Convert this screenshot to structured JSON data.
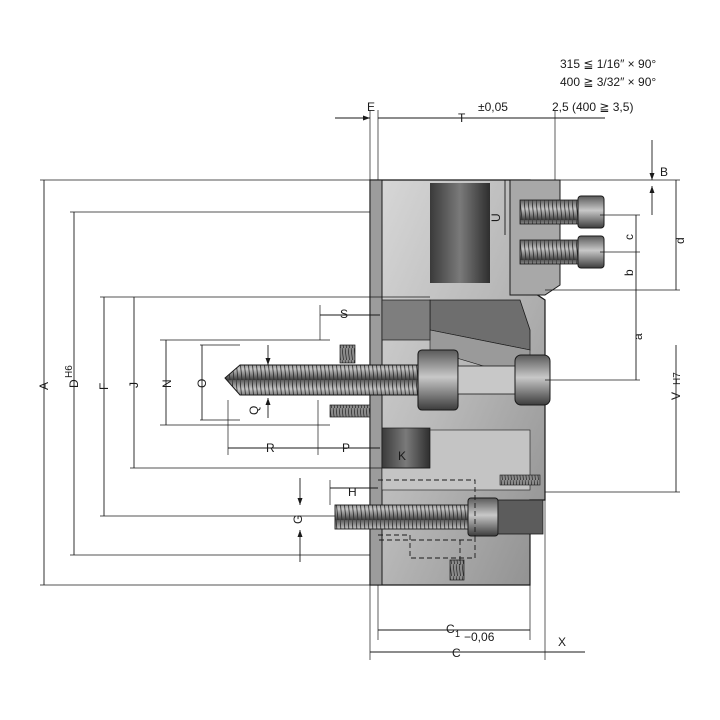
{
  "notes": {
    "line1": "315 ≦ 1/16″ × 90°",
    "line2": "400 ≧ 3/32″ × 90°",
    "line3": "2,5 (400 ≧ 3,5)"
  },
  "labels": {
    "E": "E",
    "T": "T",
    "T_tol": "±0,05",
    "B": "B",
    "U": "U",
    "c": "c",
    "b": "b",
    "d": "d",
    "a": "a",
    "S": "S",
    "A": "A",
    "D": "D",
    "D_tol": "H6",
    "F": "F",
    "J": "J",
    "N": "N",
    "O": "O",
    "Q": "Q",
    "V": "V",
    "V_tol": "H7",
    "R": "R",
    "P": "P",
    "K": "K",
    "H": "H",
    "G": "G",
    "C1": "C",
    "C1_sub": "1",
    "C1_tol": "−0,06",
    "C": "C",
    "X": "X"
  }
}
